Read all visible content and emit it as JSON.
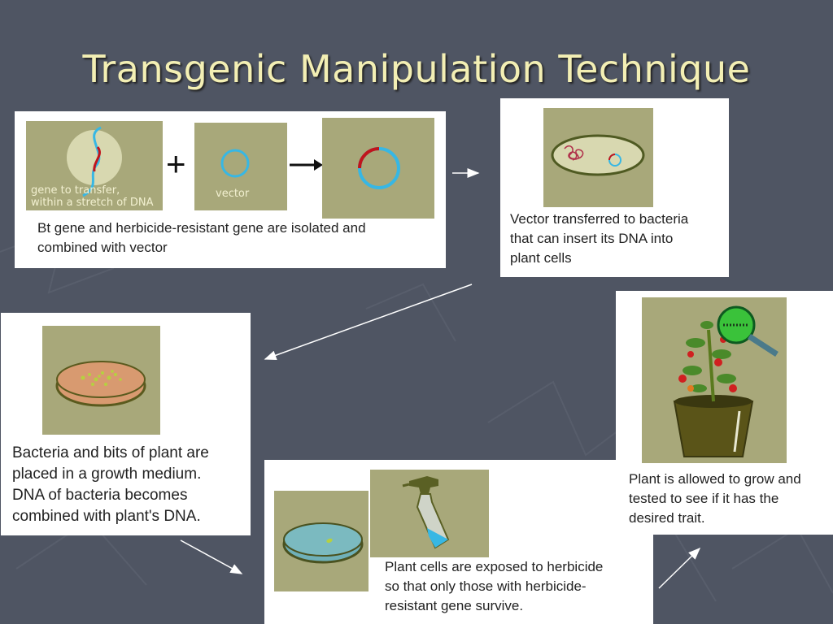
{
  "slide": {
    "title": "Transgenic Manipulation Technique"
  },
  "steps": [
    {
      "caption_line1": "Bt gene and herbicide-resistant gene are isolated and",
      "caption_line2": "combined with vector",
      "gene_label_line1": "gene to transfer,",
      "gene_label_line2": "within a stretch of DNA",
      "vector_label": "vector",
      "plus_symbol": "+"
    },
    {
      "caption_line1": "Vector transferred to bacteria",
      "caption_line2": "that can insert its DNA into",
      "caption_line3": "plant cells"
    },
    {
      "caption_line1": "Bacteria and bits of plant are",
      "caption_line2": "placed in a growth medium.",
      "caption_line3": "DNA of bacteria becomes",
      "caption_line4": "combined with plant's DNA."
    },
    {
      "caption_line1": "Plant cells are exposed to herbicide",
      "caption_line2": "so that only those with herbicide-",
      "caption_line3": "resistant gene survive."
    },
    {
      "caption_line1": "Plant is allowed to grow and",
      "caption_line2": "tested to see if it has the",
      "caption_line3": "desired trait."
    }
  ],
  "colors": {
    "background": "#4f5563",
    "title": "#f3efb4",
    "panel": "#a8a87a",
    "dna_blue": "#37b7e4",
    "dna_red": "#c0141c"
  }
}
